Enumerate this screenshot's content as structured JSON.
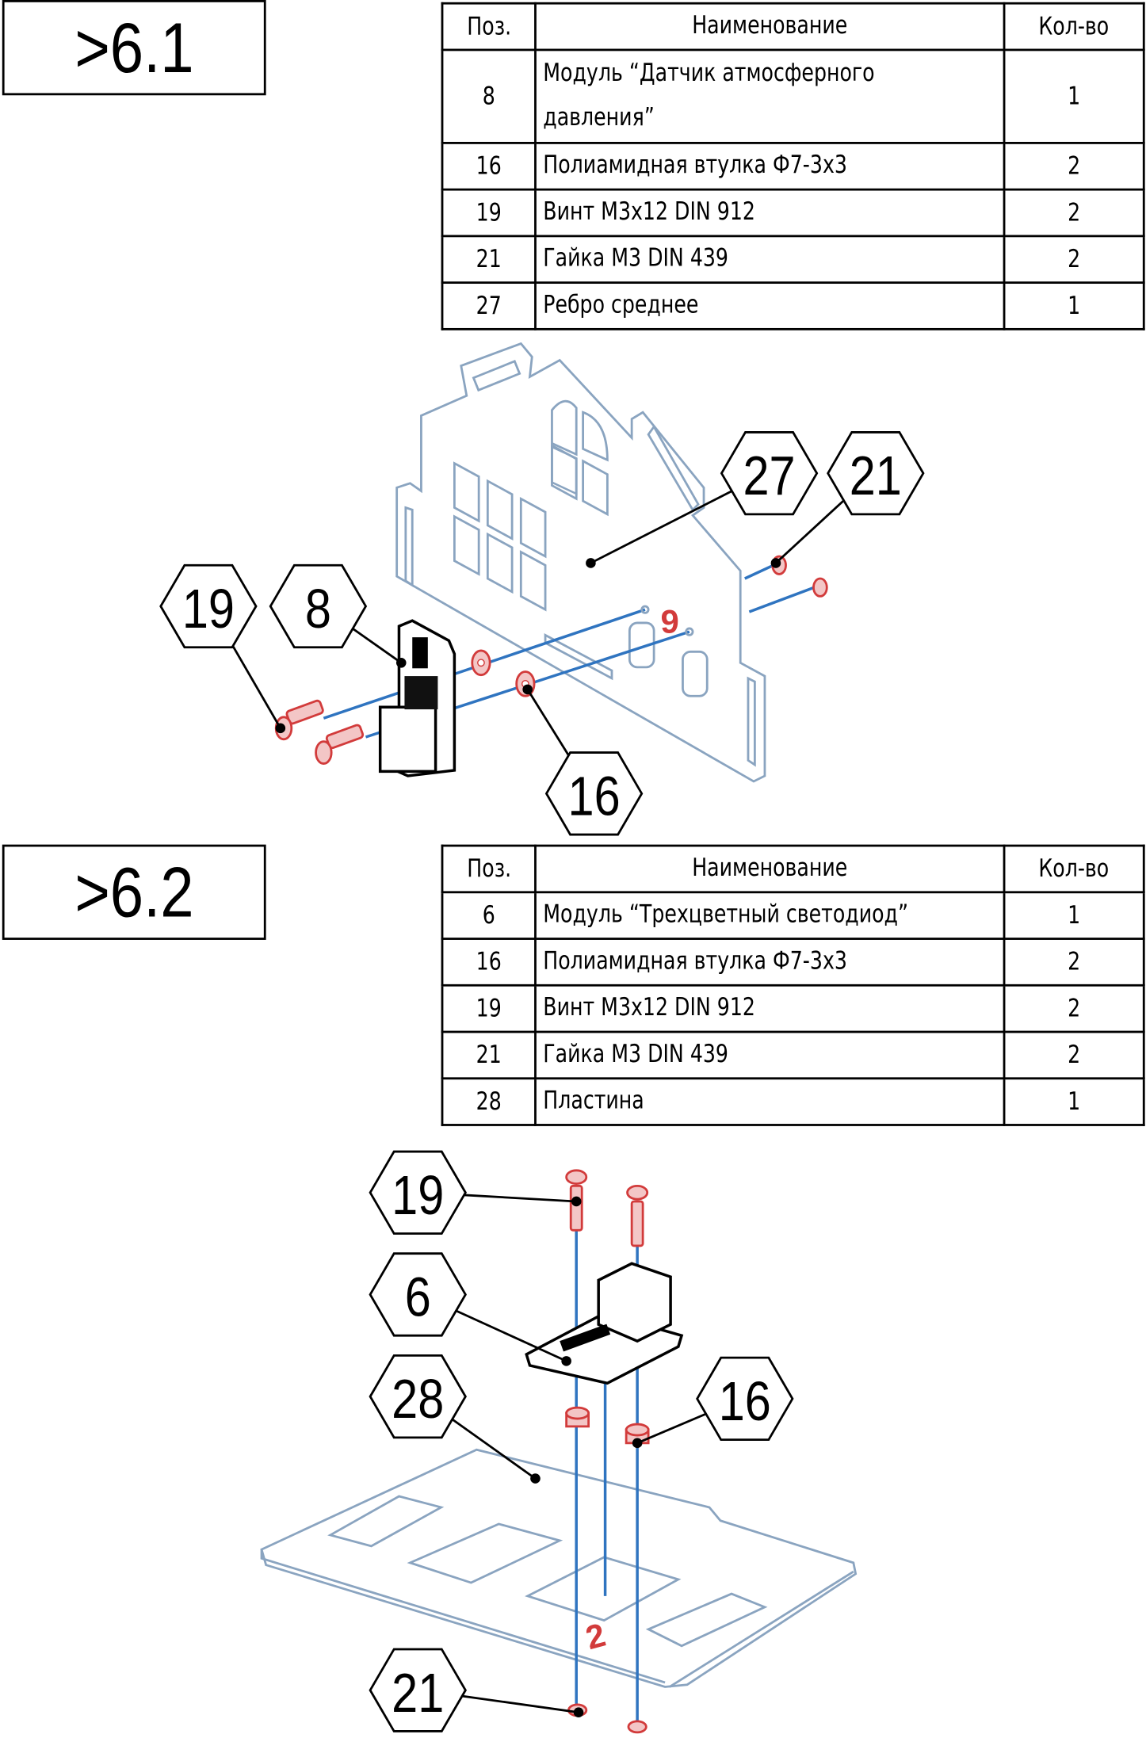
{
  "steps": [
    {
      "label": ">6.1",
      "table": {
        "headers": [
          "Поз.",
          "Наименование",
          "Кол-во"
        ],
        "rows": [
          {
            "pos": "8",
            "name_line1": "Модуль “Датчик атмосферного",
            "name_line2": "давления”",
            "qty": "1"
          },
          {
            "pos": "16",
            "name": "Полиамидная втулка Ф7-3х3",
            "qty": "2"
          },
          {
            "pos": "19",
            "name": "Винт М3х12 DIN 912",
            "qty": "2"
          },
          {
            "pos": "21",
            "name": "Гайка М3 DIN 439",
            "qty": "2"
          },
          {
            "pos": "27",
            "name": "Ребро среднее",
            "qty": "1"
          }
        ]
      },
      "callouts": [
        "19",
        "8",
        "27",
        "21",
        "16"
      ],
      "part_mark": "9"
    },
    {
      "label": ">6.2",
      "table": {
        "headers": [
          "Поз.",
          "Наименование",
          "Кол-во"
        ],
        "rows": [
          {
            "pos": "6",
            "name": "Модуль “Трехцветный светодиод”",
            "qty": "1"
          },
          {
            "pos": "16",
            "name": "Полиамидная втулка Ф7-3х3",
            "qty": "2"
          },
          {
            "pos": "19",
            "name": "Винт М3х12 DIN 912",
            "qty": "2"
          },
          {
            "pos": "21",
            "name": "Гайка М3 DIN 439",
            "qty": "2"
          },
          {
            "pos": "28",
            "name": "Пластина",
            "qty": "1"
          }
        ]
      },
      "callouts": [
        "19",
        "6",
        "28",
        "16",
        "21"
      ],
      "part_mark": "2"
    }
  ],
  "colors": {
    "plate": "#8aa4c0",
    "axis": "#2f74c0",
    "fastener": "#d23b3b"
  }
}
